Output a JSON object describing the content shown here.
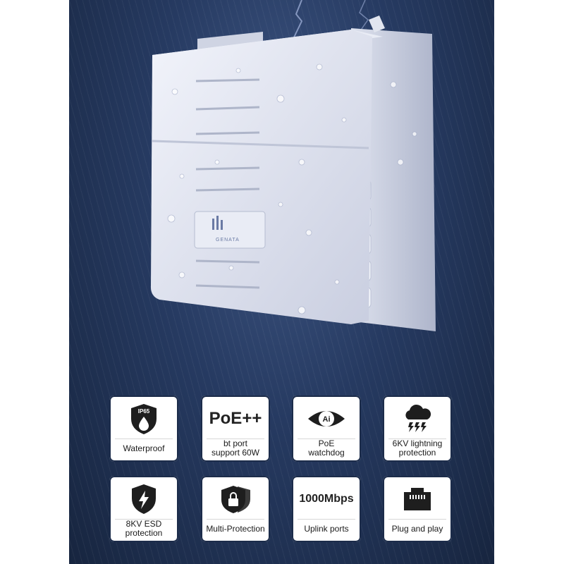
{
  "device": {
    "brand": "GENATA"
  },
  "features": [
    {
      "icon": "ip65-shield-drop-icon",
      "badge": "IP65",
      "line1": "Waterproof",
      "line2": ""
    },
    {
      "icon": "poe-text",
      "badge": "PoE++",
      "line1": "bt port",
      "line2": "support 60W"
    },
    {
      "icon": "ai-eye-icon",
      "badge": "Ai",
      "line1": "PoE",
      "line2": "watchdog"
    },
    {
      "icon": "cloud-lightning-icon",
      "badge": "",
      "line1": "6KV lightning",
      "line2": "protection"
    },
    {
      "icon": "lightning-shield-icon",
      "badge": "",
      "line1": "8KV ESD",
      "line2": "protection"
    },
    {
      "icon": "multi-shield-lock-icon",
      "badge": "",
      "line1": "Multi-Protection",
      "line2": ""
    },
    {
      "icon": "speed-text",
      "badge": "1000Mbps",
      "line1": "Uplink ports",
      "line2": ""
    },
    {
      "icon": "ethernet-port-icon",
      "badge": "",
      "line1": "Plug and play",
      "line2": ""
    }
  ]
}
